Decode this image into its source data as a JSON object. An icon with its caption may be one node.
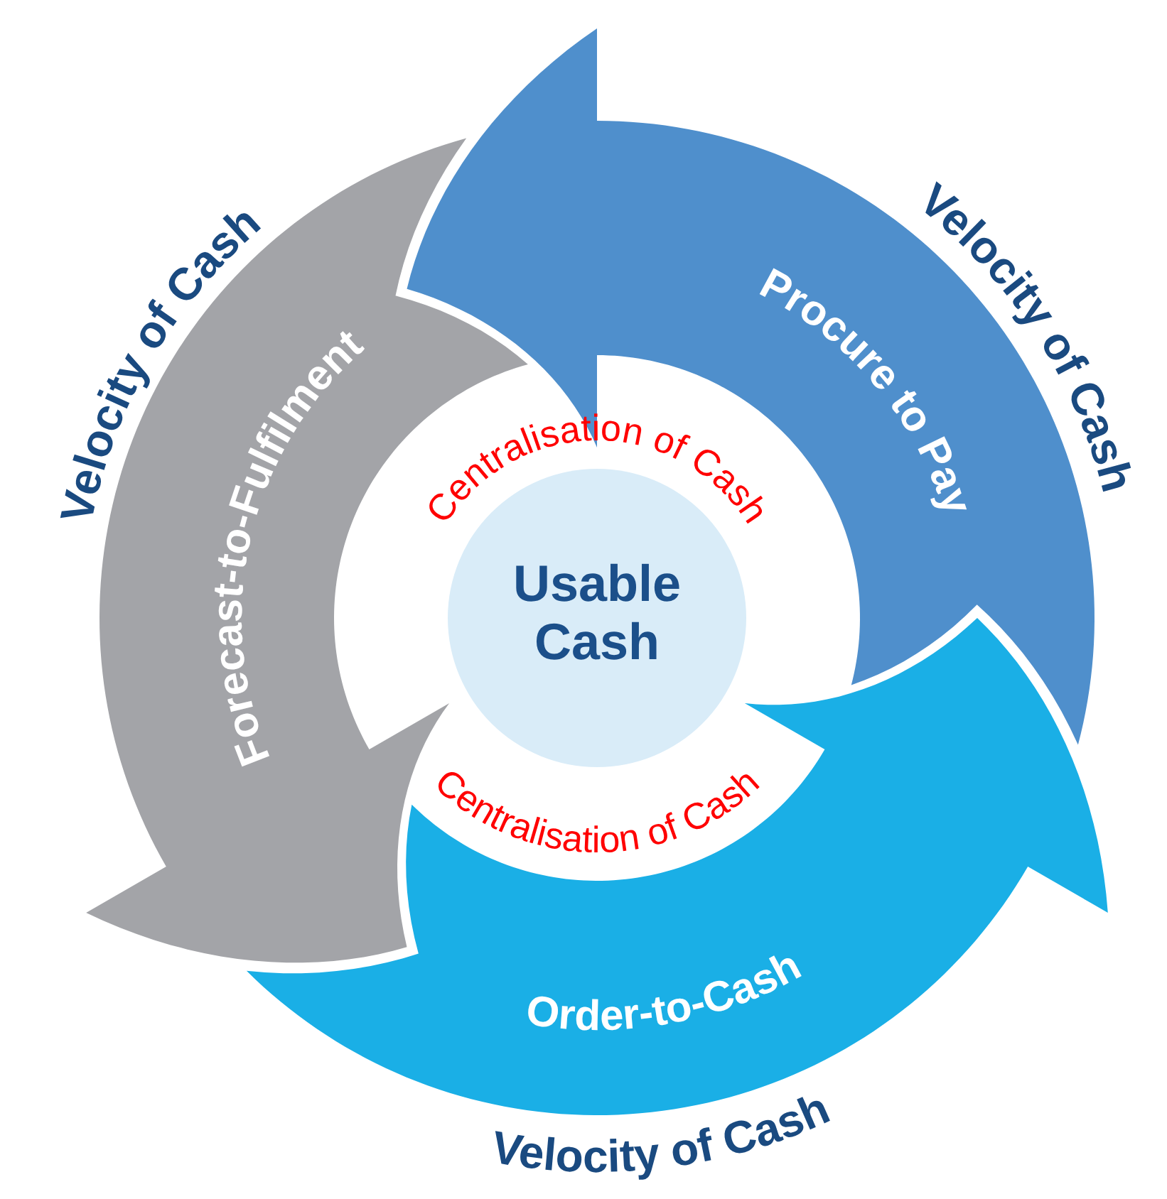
{
  "diagram": {
    "nodes": [
      {
        "text": [
          "Usable Cash"
        ]
      },
      {
        "text": [
          "Procure to Pay"
        ]
      },
      {
        "text": [
          "Forecast-to-Fulfilment"
        ]
      },
      {
        "text": [
          "Order-to-Cash"
        ]
      }
    ],
    "labels": [
      "Velocity of Cash",
      "Velocity of Cash",
      "Centralisation of Cash",
      "Centralisation of Cash",
      "Velocity of Cash"
    ]
  }
}
